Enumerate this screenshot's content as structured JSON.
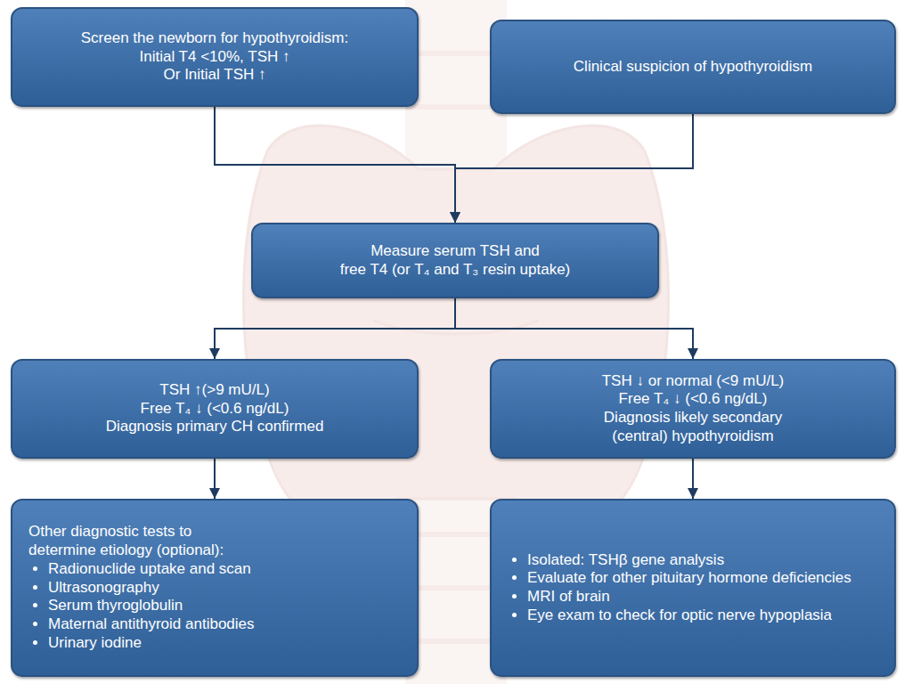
{
  "diagram": {
    "nodes": [
      {
        "text": [
          "Screen the newborn for hypothyroidism:",
          "Initial T4 <10%, TSH ↑",
          "Or Initial TSH ↑"
        ]
      },
      {
        "text": [
          "Clinical suspicion of  hypothyroidism"
        ]
      },
      {
        "text": [
          "Measure serum TSH and",
          "free T4 (or T₄ and T₃ resin uptake)"
        ]
      },
      {
        "text": [
          "TSH ↑(>9 mU/L)",
          "Free T₄ ↓ (<0.6 ng/dL)",
          "Diagnosis primary CH confirmed"
        ]
      },
      {
        "text": [
          "TSH ↓ or normal (<9 mU/L)",
          "Free T₄ ↓ (<0.6 ng/dL)",
          "Diagnosis likely secondary (central) hypothyroidism"
        ]
      },
      {
        "text": [
          "Other diagnostic tests to determine etiology (optional):",
          "Radionuclide uptake and scan",
          "Ultrasonography",
          "Serum thyroglobulin",
          "Maternal antithyroid antibodies",
          "Urinary iodine"
        ]
      },
      {
        "text": [
          "Isolated: TSHβ gene analysis",
          "Evaluate for other pituitary hormone deficiencies",
          "MRI of brain",
          "Eye exam to check for optic nerve hypoplasia"
        ]
      }
    ],
    "edges": [
      {
        "from": 0,
        "to": 2,
        "arrow": "to"
      },
      {
        "from": 1,
        "to": 2,
        "arrow": "to"
      },
      {
        "from": 2,
        "to": 3,
        "arrow": "to"
      },
      {
        "from": 2,
        "to": 4,
        "arrow": "to"
      },
      {
        "from": 3,
        "to": 5,
        "arrow": "to"
      },
      {
        "from": 4,
        "to": 6,
        "arrow": "to"
      }
    ]
  }
}
